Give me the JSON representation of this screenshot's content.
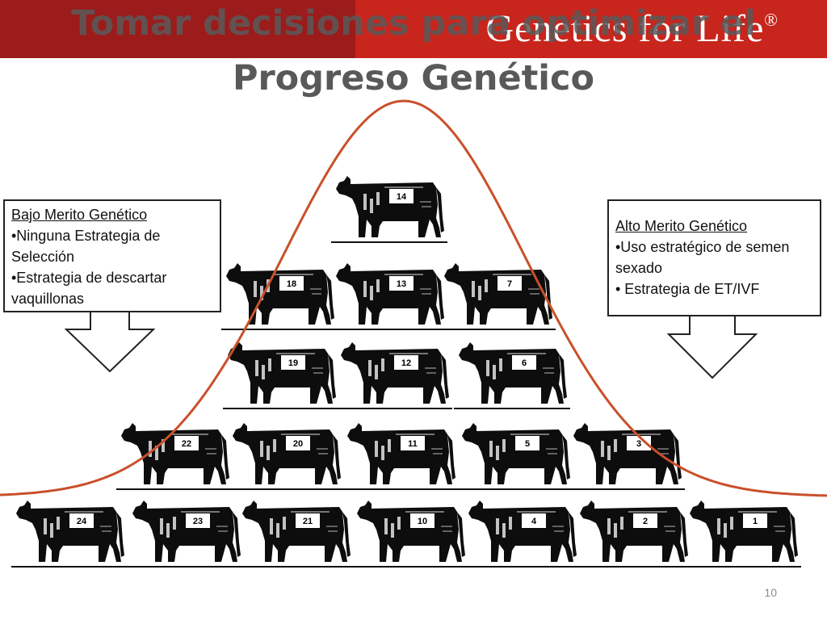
{
  "slide": {
    "title_line1": "Tomar decisiones para optimizar el",
    "title_line2": "Progreso Genético",
    "brand": "Genetics for Life",
    "brand_mark": "®",
    "page_number": "10"
  },
  "left_box": {
    "title": "Bajo Merito Genético",
    "items": [
      "•Ninguna Estrategia de Selección",
      "•Estrategia de descartar vaquillonas"
    ]
  },
  "right_box": {
    "title": "Alto Merito Genético",
    "items": [
      "•Uso estratégico de semen sexado",
      "• Estrategia de ET/IVF"
    ]
  },
  "cows": [
    {
      "id": "14",
      "row": 0
    },
    {
      "id": "18",
      "row": 1
    },
    {
      "id": "13",
      "row": 1
    },
    {
      "id": "7",
      "row": 1
    },
    {
      "id": "19",
      "row": 2
    },
    {
      "id": "12",
      "row": 2
    },
    {
      "id": "6",
      "row": 2
    },
    {
      "id": "22",
      "row": 3
    },
    {
      "id": "20",
      "row": 3
    },
    {
      "id": "11",
      "row": 3
    },
    {
      "id": "5",
      "row": 3
    },
    {
      "id": "3",
      "row": 3
    },
    {
      "id": "24",
      "row": 4
    },
    {
      "id": "23",
      "row": 4
    },
    {
      "id": "21",
      "row": 4
    },
    {
      "id": "10",
      "row": 4
    },
    {
      "id": "4",
      "row": 4
    },
    {
      "id": "2",
      "row": 4
    },
    {
      "id": "1",
      "row": 4
    }
  ],
  "colors": {
    "curve": "#c9502a",
    "banner_dark": "#9c1b1b",
    "banner_light": "#c8251d",
    "cow": "#0d0d0d"
  }
}
